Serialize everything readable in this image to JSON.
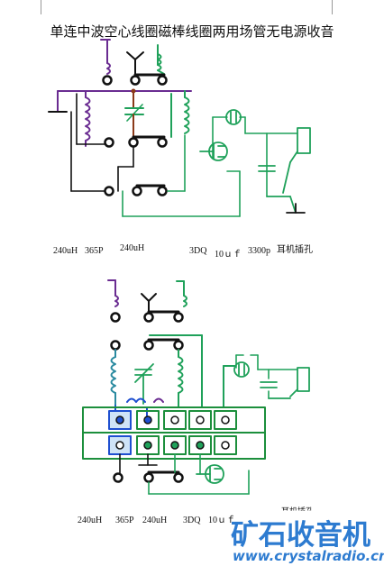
{
  "title": "单连中波空心线圈磁棒线圈两用场管无电源收音",
  "top_labels": {
    "inductor1": "240uH",
    "capacitor": "365P",
    "inductor2": "240uH",
    "fet": "3DQ",
    "cap_electrolytic": "10ｕｆ",
    "cap_small": "3300p",
    "jack": "耳机插孔"
  },
  "bottom_labels": {
    "inductor1": "240uH",
    "capacitor": "365P",
    "inductor2": "240uH",
    "fet": "3DQ",
    "cap_electrolytic": "10ｕｆ",
    "jack_partial": "耳机插孔"
  },
  "watermark": {
    "name": "矿石收音机",
    "url": "www.crystalradio.cn"
  },
  "colors": {
    "purple": "#6a2c91",
    "green": "#1fa15a",
    "blue": "#1e4fd0",
    "teal": "#2a8aa0",
    "black": "#111111",
    "board": "#1c8f3c",
    "watermark": "#2d7bd0"
  }
}
